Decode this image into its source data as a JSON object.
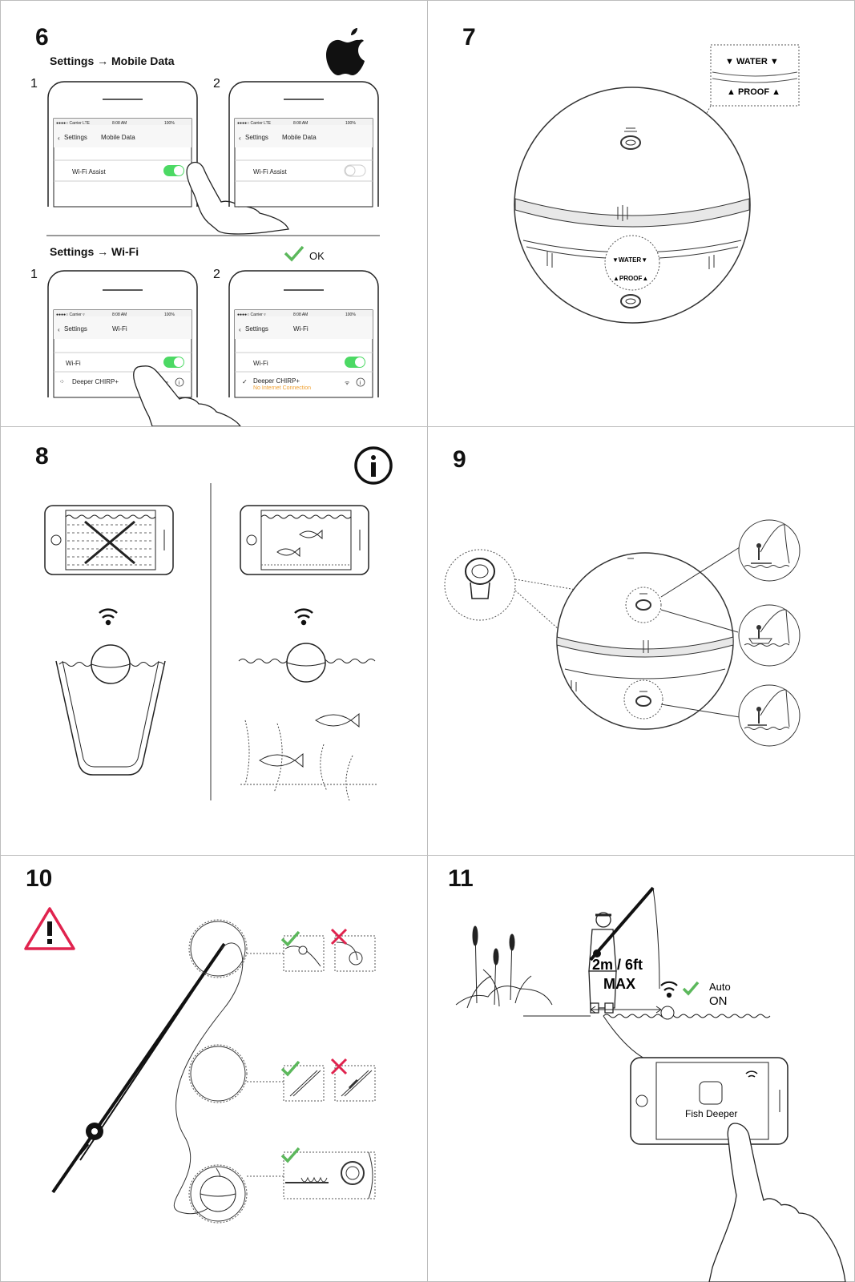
{
  "steps": {
    "s6": {
      "number": "6",
      "section_mobile": "Settings → Mobile Data",
      "section_wifi": "Settings → Wi-Fi",
      "sub1": "1",
      "sub2": "2",
      "sub3": "1",
      "sub4": "2",
      "ok_label": "OK",
      "status_carrier_lte": "●●●●○ Carrier LTE",
      "status_carrier_wifi": "●●●●○ Carrier ▿",
      "status_time": "8:08 AM",
      "status_battery": "100%",
      "nav_back": "Settings",
      "nav_mobile_title": "Mobile Data",
      "nav_wifi_title": "Wi-Fi",
      "wifi_assist_label": "Wi-Fi Assist",
      "wifi_label": "Wi-Fi",
      "network_name": "Deeper CHIRP+",
      "network_connecting": "Deeper CHIRP+",
      "network_no_internet": "No Internet Connection"
    },
    "s7": {
      "number": "7",
      "label_water": "▼ WATER ▼",
      "label_proof": "▲ PROOF ▲",
      "device_water": "▼WATER▼",
      "device_proof": "▲PROOF▲"
    },
    "s8": {
      "number": "8"
    },
    "s9": {
      "number": "9"
    },
    "s10": {
      "number": "10"
    },
    "s11": {
      "number": "11",
      "distance": "2m / 6ft",
      "max": "MAX",
      "auto": "Auto",
      "on": "ON",
      "app_name": "Fish Deeper"
    }
  },
  "colors": {
    "green_check": "#5cb85c",
    "red_cross": "#e0234e",
    "toggle_on": "#4cd964",
    "warning_orange": "#f0a030"
  },
  "icons": [
    "apple-logo-icon",
    "check-icon",
    "cross-icon",
    "warning-icon",
    "info-icon",
    "wifi-icon",
    "fish-icon",
    "hand-icon"
  ]
}
